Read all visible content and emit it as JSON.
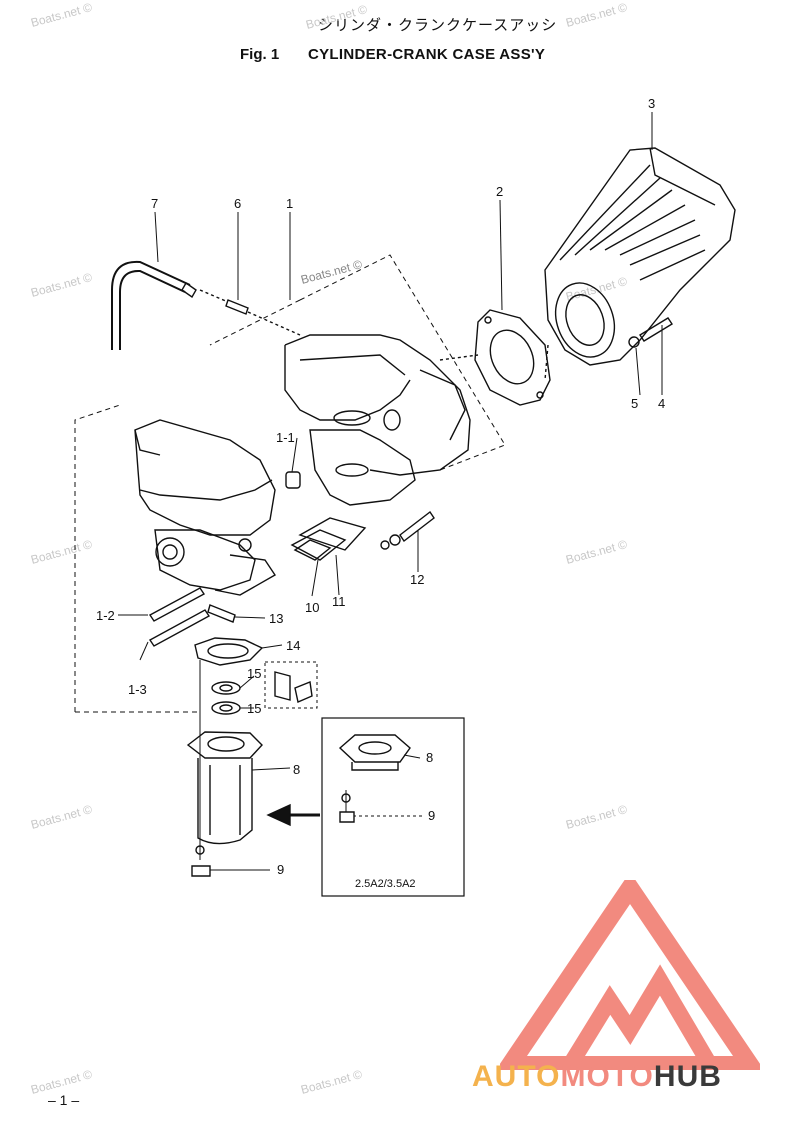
{
  "header": {
    "japanese_title": "シリンダ・クランクケースアッシ",
    "fig_label": "Fig. 1",
    "title": "CYLINDER-CRANK CASE ASS'Y"
  },
  "callouts": [
    "1",
    "1-1",
    "1-2",
    "1-3",
    "2",
    "3",
    "4",
    "5",
    "6",
    "7",
    "8",
    "9",
    "10",
    "11",
    "12",
    "13",
    "14",
    "15",
    "15",
    "8",
    "9"
  ],
  "variant_box": {
    "label": "2.5A2/3.5A2"
  },
  "watermark": "Boats.net ©",
  "page_number": "– 1 –",
  "logo": {
    "part1": "AUTO",
    "part2": "MOTO",
    "part3": "HUB",
    "color_a": "#f4b24d",
    "color_m": "#f28a7f",
    "color_h": "#3a3a3a"
  }
}
